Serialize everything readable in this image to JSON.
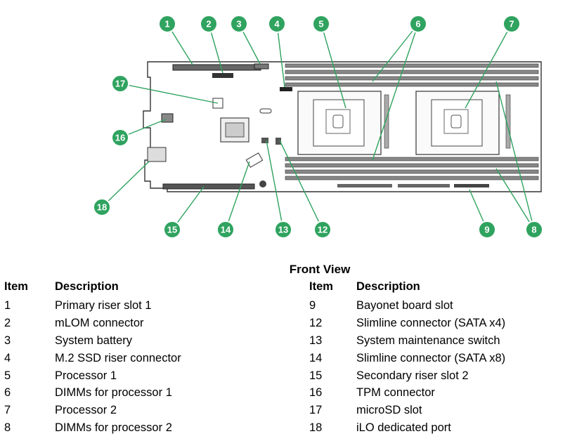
{
  "view_title": "Front View",
  "table_headers": {
    "item": "Item",
    "description": "Description"
  },
  "legend_left": [
    {
      "item": "1",
      "description": "Primary riser slot 1"
    },
    {
      "item": "2",
      "description": "mLOM connector"
    },
    {
      "item": "3",
      "description": "System battery"
    },
    {
      "item": "4",
      "description": "M.2 SSD riser connector"
    },
    {
      "item": "5",
      "description": "Processor 1"
    },
    {
      "item": "6",
      "description": "DIMMs for processor 1"
    },
    {
      "item": "7",
      "description": "Processor 2"
    },
    {
      "item": "8",
      "description": "DIMMs for processor 2"
    }
  ],
  "legend_right": [
    {
      "item": "9",
      "description": "Bayonet board slot"
    },
    {
      "item": "12",
      "description": "Slimline connector (SATA x4)"
    },
    {
      "item": "13",
      "description": "System maintenance switch"
    },
    {
      "item": "14",
      "description": "Slimline connector (SATA x8)"
    },
    {
      "item": "15",
      "description": "Secondary riser slot 2"
    },
    {
      "item": "16",
      "description": "TPM connector"
    },
    {
      "item": "17",
      "description": "microSD slot"
    },
    {
      "item": "18",
      "description": "iLO dedicated port"
    }
  ],
  "callout_labels": [
    "1",
    "2",
    "3",
    "4",
    "5",
    "6",
    "7",
    "8",
    "9",
    "12",
    "13",
    "14",
    "15",
    "16",
    "17",
    "18"
  ],
  "colors": {
    "callout": "#2fa35f",
    "board_line": "#333333",
    "component_fill": "#555555"
  }
}
